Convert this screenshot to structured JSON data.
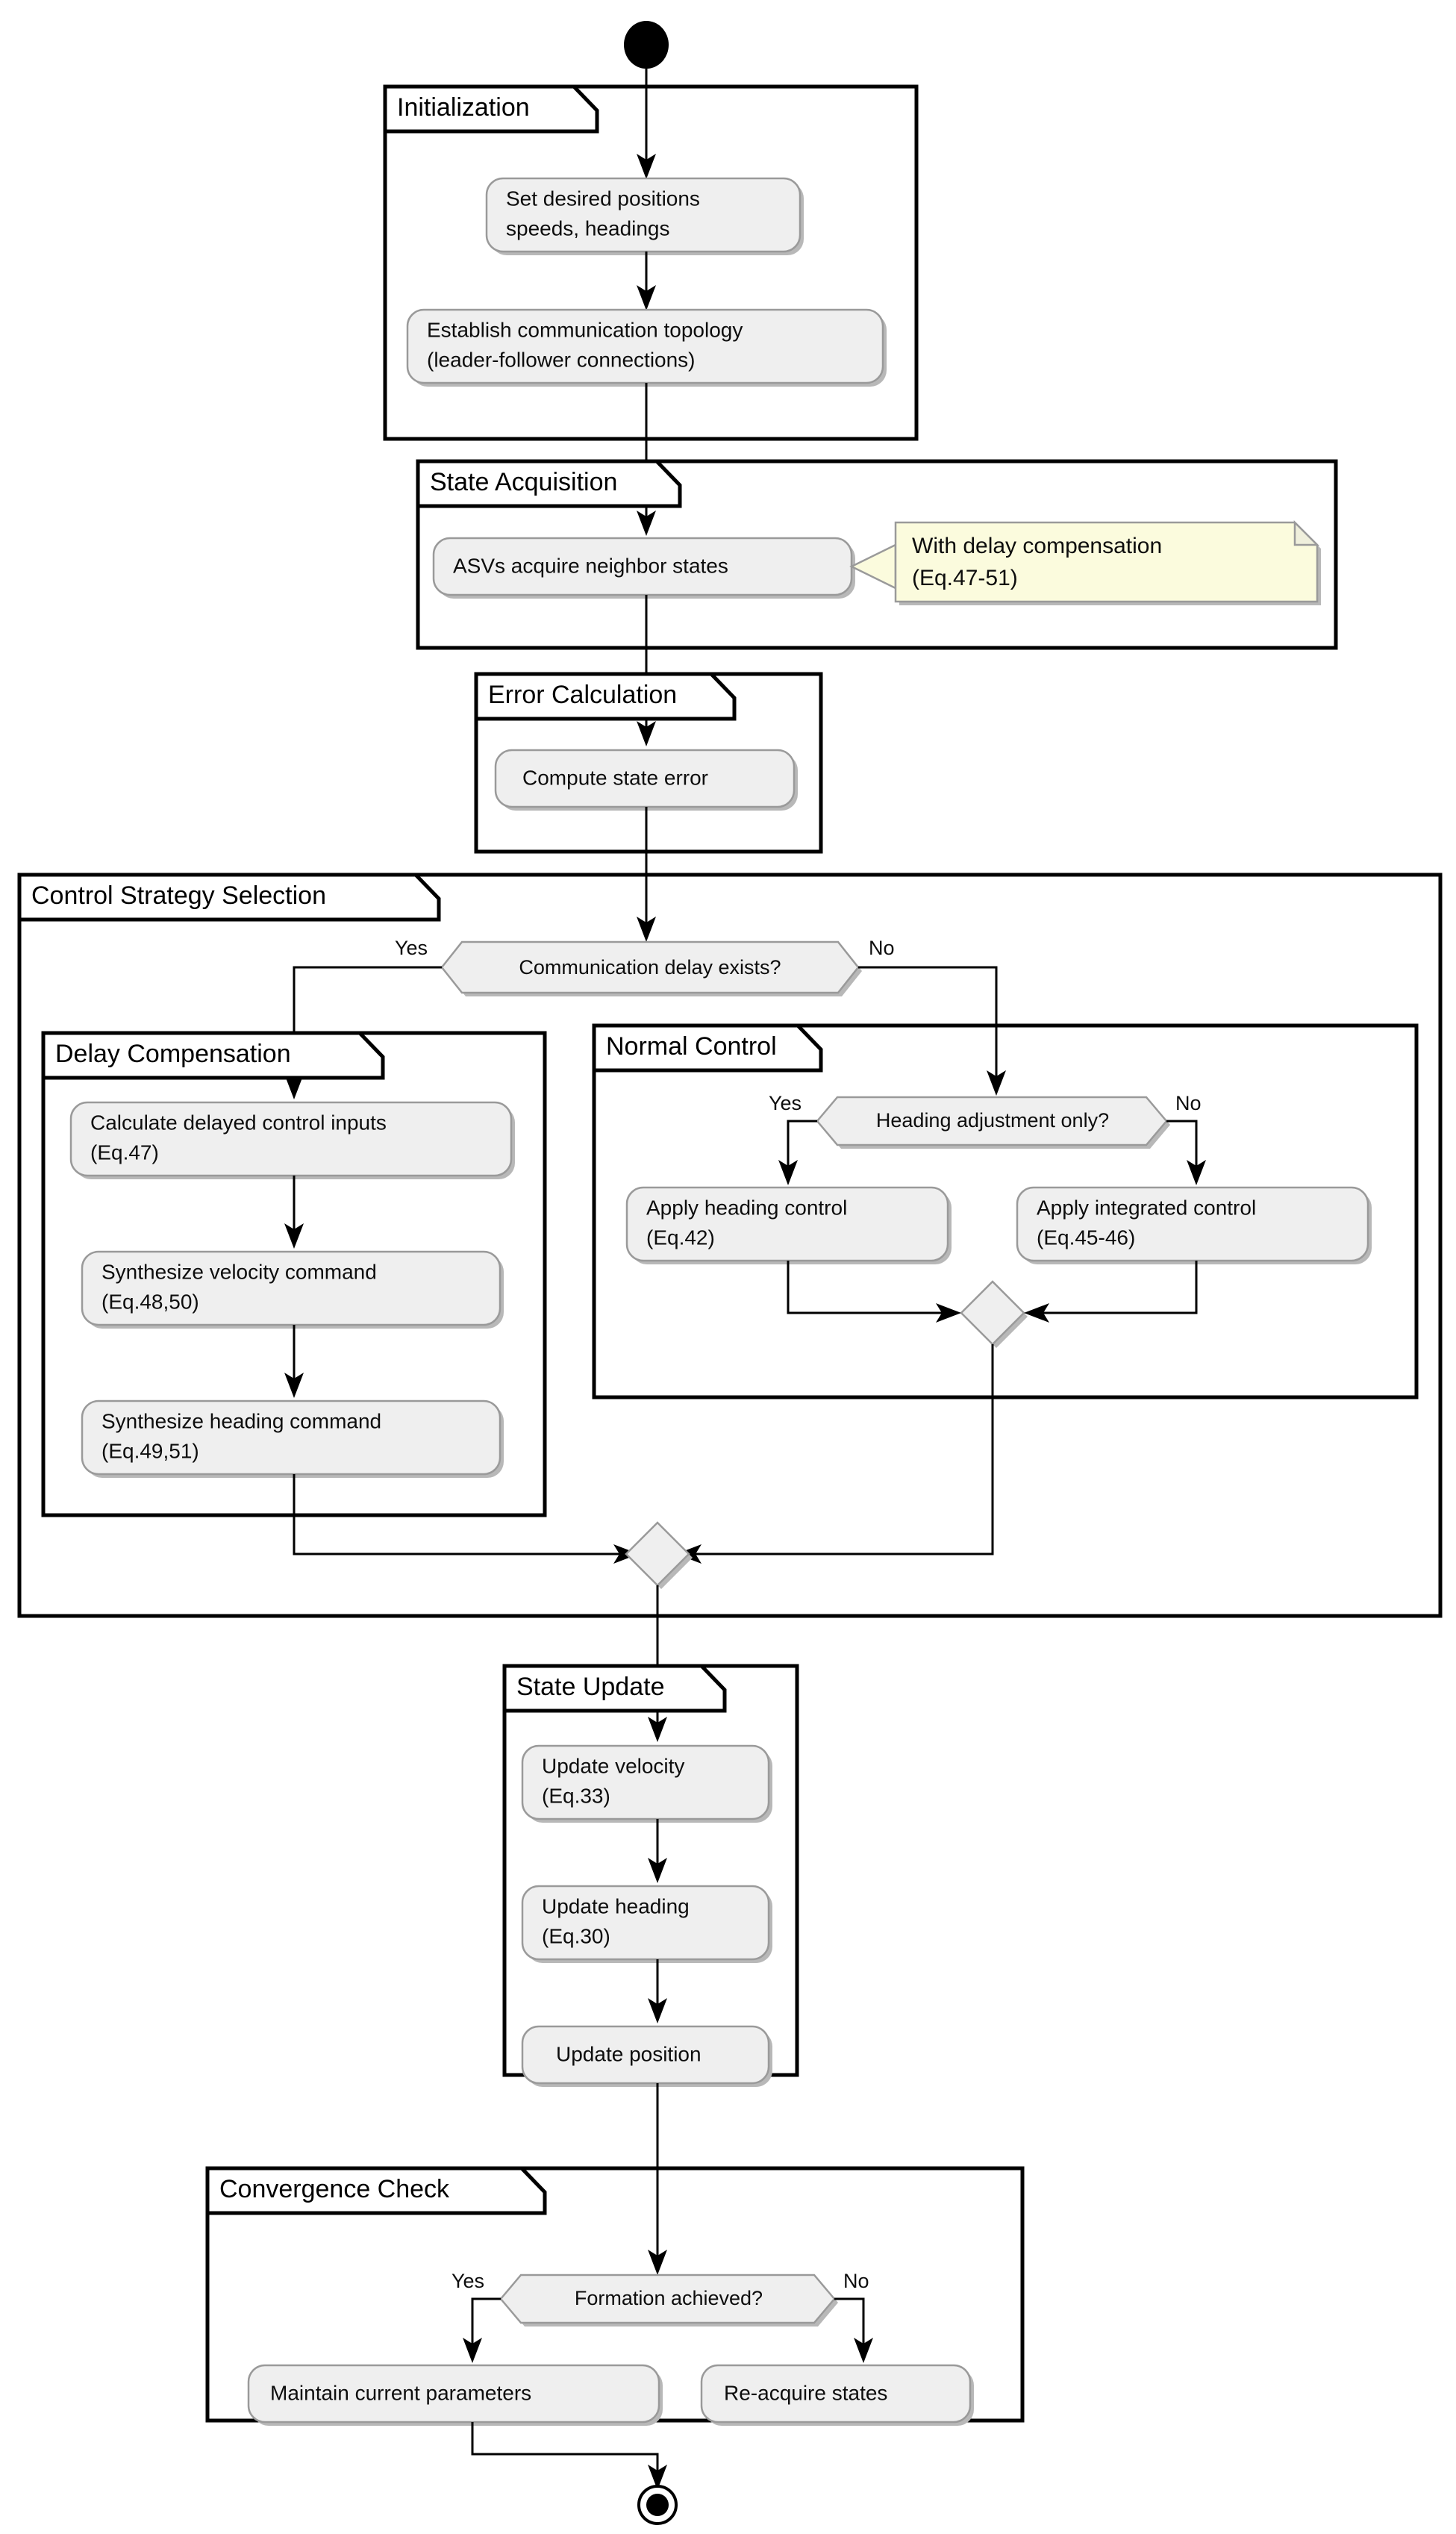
{
  "diagram": {
    "title": "ASV Formation Control Activity Diagram",
    "type": "uml-activity-diagram",
    "start_node": "filled-circle",
    "end_node": "bullseye-circle",
    "colors": {
      "activity_fill": "#EFEFEF",
      "activity_stroke": "#9A9A9A",
      "frame_stroke": "#000000",
      "note_fill": "#FBFBDD",
      "background": "#FFFFFF",
      "text": "#0D0D0D"
    }
  },
  "frames": {
    "initialization": {
      "title": "Initialization"
    },
    "state_acquisition": {
      "title": "State Acquisition"
    },
    "error_calculation": {
      "title": "Error Calculation"
    },
    "control_strategy": {
      "title": "Control Strategy Selection"
    },
    "delay_compensation": {
      "title": "Delay Compensation"
    },
    "normal_control": {
      "title": "Normal Control"
    },
    "state_update": {
      "title": "State Update"
    },
    "convergence_check": {
      "title": "Convergence Check"
    }
  },
  "activities": {
    "set_desired": {
      "line1": "Set desired positions",
      "line2": "speeds, headings"
    },
    "establish_topology": {
      "line1": "Establish communication topology",
      "line2": "(leader-follower connections)"
    },
    "asvs_acquire": {
      "line1": "ASVs acquire neighbor states",
      "line2": ""
    },
    "compute_error": {
      "line1": "Compute state error",
      "line2": ""
    },
    "calc_delayed": {
      "line1": "Calculate delayed control inputs",
      "line2": "(Eq.47)"
    },
    "synth_velocity": {
      "line1": "Synthesize velocity command",
      "line2": "(Eq.48,50)"
    },
    "synth_heading": {
      "line1": "Synthesize heading command",
      "line2": "(Eq.49,51)"
    },
    "apply_heading": {
      "line1": "Apply heading control",
      "line2": "(Eq.42)"
    },
    "apply_integrated": {
      "line1": "Apply integrated control",
      "line2": "(Eq.45-46)"
    },
    "update_velocity": {
      "line1": "Update velocity",
      "line2": "(Eq.33)"
    },
    "update_heading": {
      "line1": "Update heading",
      "line2": "(Eq.30)"
    },
    "update_position": {
      "line1": "Update position",
      "line2": ""
    },
    "maintain_params": {
      "line1": "Maintain current parameters",
      "line2": ""
    },
    "reacquire_states": {
      "line1": "Re-acquire states",
      "line2": ""
    }
  },
  "decisions": {
    "comm_delay": {
      "question": "Communication delay exists?",
      "yes_label": "Yes",
      "no_label": "No"
    },
    "heading_only": {
      "question": "Heading adjustment only?",
      "yes_label": "Yes",
      "no_label": "No"
    },
    "formation_achieved": {
      "question": "Formation achieved?",
      "yes_label": "Yes",
      "no_label": "No"
    }
  },
  "notes": {
    "delay_note": {
      "line1": "With delay compensation",
      "line2": "(Eq.47-51)"
    }
  }
}
